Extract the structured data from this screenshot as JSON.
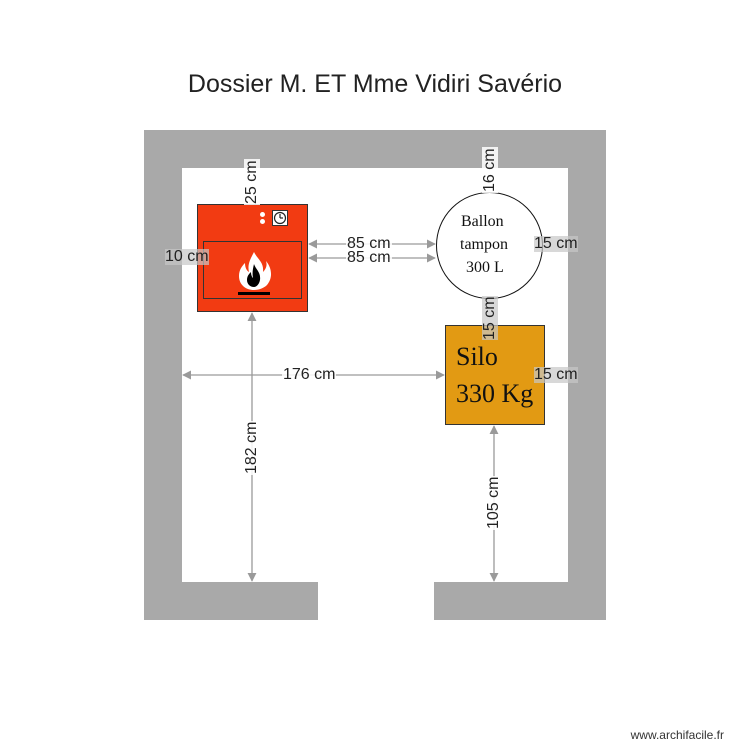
{
  "title": "Dossier M. ET Mme Vidiri Savério",
  "tank": {
    "line1": "Ballon",
    "line2": "tampon",
    "line3": "300 L"
  },
  "silo": {
    "line1": "Silo",
    "line2": "330 Kg"
  },
  "dimensions": {
    "boiler_top": "25 cm",
    "boiler_left": "10 cm",
    "boiler_tank_1": "85 cm",
    "boiler_tank_2": "85 cm",
    "tank_top": "16 cm",
    "tank_right": "15 cm",
    "tank_silo": "15 cm",
    "wall_silo": "176 cm",
    "silo_right": "15 cm",
    "boiler_floor": "182 cm",
    "silo_floor": "105 cm"
  },
  "colors": {
    "wall": "#a9a9a9",
    "boiler": "#f23b12",
    "silo": "#e29a13"
  },
  "icons": [
    "flame-icon",
    "clock-icon"
  ],
  "watermark": "www.archifacile.fr"
}
